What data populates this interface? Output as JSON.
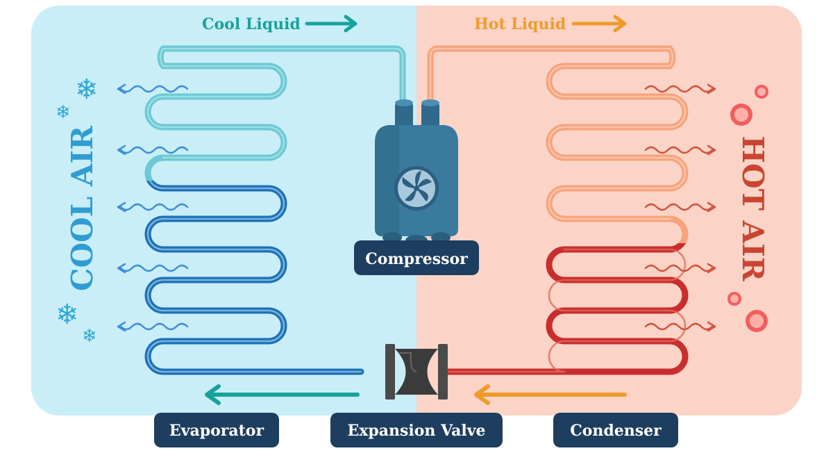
{
  "labels": {
    "cool_liquid": "Cool Liquid",
    "hot_liquid": "Hot Liquid",
    "cool_air": "COOL AIR",
    "hot_air": "HOT AIR",
    "compressor": "Compressor",
    "evaporator": "Evaporator",
    "expansion_valve": "Expansion Valve",
    "condenser": "Condenser"
  },
  "colors": {
    "cool_bg": "#c9eef8",
    "hot_bg": "#fbd4c7",
    "cool_pipe_light": "#6cc9d3",
    "cool_pipe_dark": "#1e6fb5",
    "hot_pipe_light": "#f7a37c",
    "hot_pipe_dark": "#c92e2e",
    "teal_text": "#17a39a",
    "orange_text": "#ef9b2b",
    "cool_air_text": "#2f9dd2",
    "hot_air_text": "#c94532",
    "navy_box": "#1d3e5f",
    "compressor_body": "#3a7a9e"
  },
  "icons": {
    "snowflake": "snowflake-icon",
    "heat_dot": "heat-dot-icon",
    "arrow": "arrow-right-icon",
    "fan": "fan-icon"
  }
}
